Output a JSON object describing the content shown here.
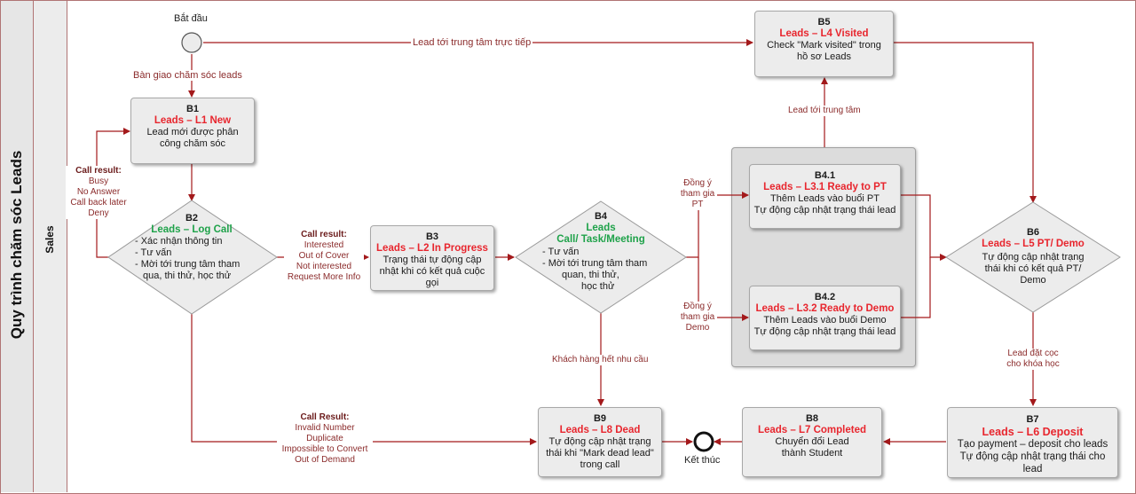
{
  "pool_title": "Quy trình chăm sóc Leads",
  "lane_title": "Sales",
  "start_label": "Bắt đầu",
  "end_label": "Kết thúc",
  "nodes": {
    "b1": {
      "code": "B1",
      "title": "Leads – L1 New",
      "text": "Lead mới được phân công chăm sóc"
    },
    "b2": {
      "code": "B2",
      "title": "Leads – Log Call",
      "lines": [
        "- Xác nhận thông tin",
        "- Tư vấn",
        "- Mời tới trung tâm tham",
        "qua, thi thử, học thử"
      ]
    },
    "b3": {
      "code": "B3",
      "title": "Leads – L2 In Progress",
      "text": "Trạng thái tự động cập nhật khi có kết quả cuộc gọi"
    },
    "b4": {
      "code": "B4",
      "title1": "Leads",
      "title2": "Call/ Task/Meeting",
      "lines": [
        "- Tư vấn",
        "- Mời tới trung tâm tham",
        "quan, thi thử,",
        "học thử"
      ]
    },
    "b41": {
      "code": "B4.1",
      "title": "Leads – L3.1 Ready to PT",
      "line1": "Thêm Leads vào buổi PT",
      "line2": "Tự động cập nhật trạng thái lead"
    },
    "b42": {
      "code": "B4.2",
      "title": "Leads – L3.2 Ready to Demo",
      "line1": "Thêm Leads vào buổi Demo",
      "line2": "Tự động cập nhật trạng thái lead"
    },
    "b5": {
      "code": "B5",
      "title": "Leads – L4 Visited",
      "text": "Check \"Mark visited\" trong hồ sơ Leads"
    },
    "b6": {
      "code": "B6",
      "title": "Leads – L5 PT/ Demo",
      "text": "Tự động cập nhật trạng thái khi có kết quả PT/ Demo"
    },
    "b7": {
      "code": "B7",
      "title": "Leads – L6 Deposit",
      "line1": "Tạo payment – deposit cho leads",
      "line2": "Tự động cập nhật trạng thái cho lead"
    },
    "b8": {
      "code": "B8",
      "title": "Leads – L7 Completed",
      "text": "Chuyển đổi Lead thành Student"
    },
    "b9": {
      "code": "B9",
      "title": "Leads – L8 Dead",
      "text": "Tự động cập nhật trạng thái khi \"Mark dead lead\" trong call"
    }
  },
  "edge_labels": {
    "handover": "Bàn giao chăm sóc leads",
    "direct_visit": "Lead tới trung tâm trực tiếp",
    "to_center": "Lead tới trung tâm",
    "agree_pt": [
      "Đồng ý",
      "tham gia",
      "PT"
    ],
    "agree_demo": [
      "Đồng ý",
      "tham gia",
      "Demo"
    ],
    "no_need": "Khách hàng hết nhu cầu",
    "deposit": [
      "Lead đặt cọc",
      "cho khóa học"
    ],
    "retry": {
      "head": "Call result:",
      "lines": [
        "Busy",
        "No Answer",
        "Call back later",
        "Deny"
      ]
    },
    "progress": {
      "head": "Call result:",
      "lines": [
        "Interested",
        "Out of Cover",
        "Not interested",
        "Request More Info"
      ]
    },
    "dead": {
      "head": "Call Result:",
      "lines": [
        "Invalid Number",
        "Duplicate",
        "Impossible to Convert",
        "Out of Demand"
      ]
    }
  }
}
